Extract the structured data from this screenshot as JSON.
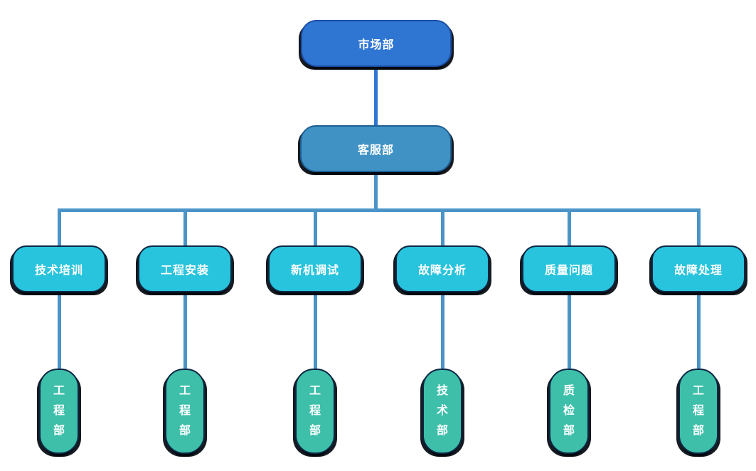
{
  "diagram": {
    "type": "org-chart",
    "colors": {
      "level1_fill": "#2F76D3",
      "level2_fill": "#4092C4",
      "level3_fill": "#28C3DC",
      "level4_fill": "#3DBFAA",
      "connector_blue": "#2F76D3",
      "connector_steel": "#4A94C8",
      "node_border": "#0C2742",
      "text": "#FFFFFF"
    },
    "root": {
      "label": "市场部"
    },
    "mid": {
      "label": "客服部"
    },
    "level3": [
      {
        "label": "技术培训"
      },
      {
        "label": "工程安装"
      },
      {
        "label": "新机调试"
      },
      {
        "label": "故障分析"
      },
      {
        "label": "质量问题"
      },
      {
        "label": "故障处理"
      }
    ],
    "level4": [
      {
        "label": "工程部"
      },
      {
        "label": "工程部"
      },
      {
        "label": "工程部"
      },
      {
        "label": "技术部"
      },
      {
        "label": "质检部"
      },
      {
        "label": "工程部"
      }
    ]
  }
}
